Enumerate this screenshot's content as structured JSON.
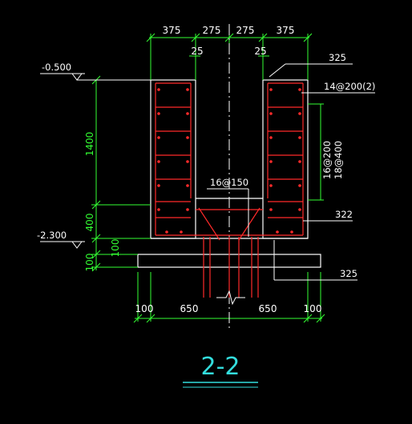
{
  "section": {
    "title": "2-2"
  },
  "dims_top": [
    "375",
    "275",
    "275",
    "375"
  ],
  "dims_inner": [
    "25",
    "25"
  ],
  "dims_bottom": [
    "100",
    "650",
    "650",
    "100"
  ],
  "dims_left": [
    "1400",
    "400",
    "100",
    "100"
  ],
  "levels": [
    "-0.500",
    "-2.300"
  ],
  "rebar_labels": {
    "top_right": "325",
    "stirrup": "14@200(2)",
    "side": "16@200",
    "side2": "18@400",
    "middle": "16@150",
    "lower": "322",
    "bottom": "325"
  },
  "colors": {
    "background": "#000000",
    "outline": "#ffffff",
    "dimension": "#33ff33",
    "rebar": "#ff2a2a",
    "title": "#33dddd"
  }
}
